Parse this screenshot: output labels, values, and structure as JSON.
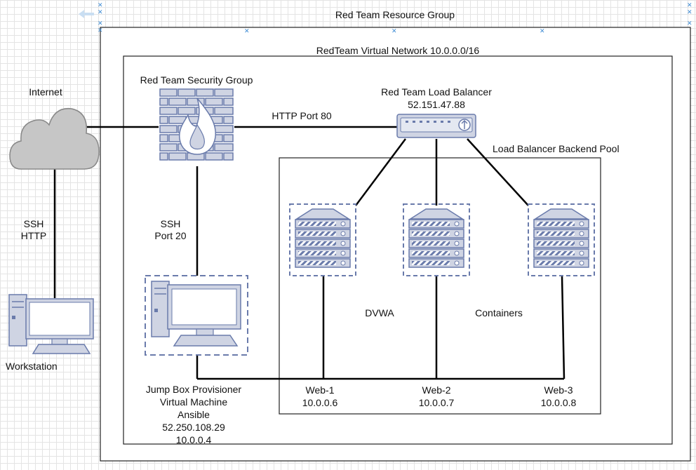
{
  "resource_group": {
    "title": "Red Team Resource Group"
  },
  "vnet": {
    "title": "RedTeam Virtual Network 10.0.0.0/16"
  },
  "internet": {
    "label": "Internet"
  },
  "security_group": {
    "label": "Red Team Security Group"
  },
  "load_balancer": {
    "name": "Red Team Load Balancer",
    "ip": "52.151.47.88"
  },
  "backend_pool": {
    "label": "Load Balancer Backend Pool"
  },
  "links": {
    "http_port": "HTTP Port 80",
    "internet_ssh": "SSH",
    "internet_http": "HTTP",
    "jump_ssh": "SSH",
    "jump_port": "Port 20"
  },
  "workstation": {
    "label": "Workstation"
  },
  "jumpbox": {
    "line1": "Jump Box Provisioner",
    "line2": "Virtual Machine",
    "line3": "Ansible",
    "public_ip": "52.250.108.29",
    "private_ip": "10.0.0.4"
  },
  "pool_labels": {
    "dvwa": "DVWA",
    "containers": "Containers"
  },
  "servers": [
    {
      "name": "Web-1",
      "ip": "10.0.0.6"
    },
    {
      "name": "Web-2",
      "ip": "10.0.0.7"
    },
    {
      "name": "Web-3",
      "ip": "10.0.0.8"
    }
  ],
  "colors": {
    "icon_fill": "#cfd4e3",
    "icon_stroke": "#6a7bab",
    "selection": "#3d8bd4",
    "cloud_fill": "#c6c6c6",
    "cloud_stroke": "#888888"
  }
}
